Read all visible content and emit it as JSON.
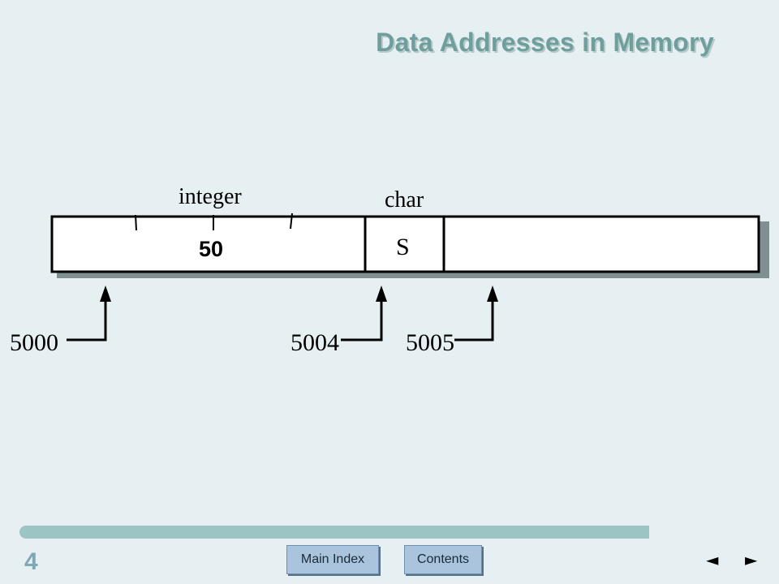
{
  "title": "Data Addresses in Memory",
  "diagram": {
    "type_labels": {
      "integer": "integer",
      "char": "char"
    },
    "cells": {
      "integer_value": "50",
      "char_value": "S"
    },
    "addresses": [
      "5000",
      "5004",
      "5005"
    ]
  },
  "footer": {
    "page_number": "4",
    "main_index_label": "Main Index",
    "contents_label": "Contents",
    "prev_arrow": "◄",
    "next_arrow": "►"
  }
}
